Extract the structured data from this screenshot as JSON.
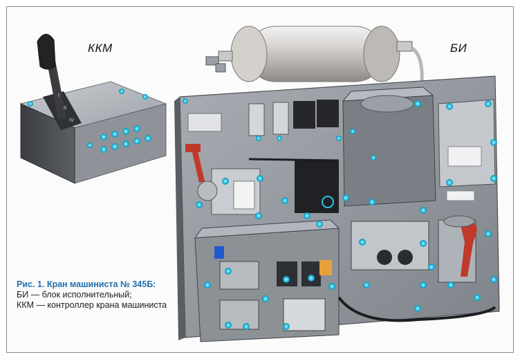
{
  "labels": {
    "kkm": "ККМ",
    "bi": "БИ"
  },
  "caption": {
    "title": "Рис. 1. Кран машиниста № 345Б:",
    "line1": "БИ — блок исполнительный;",
    "line2": "ККМ — контроллер крана машиниста"
  },
  "colors": {
    "caption_title": "#1f6fb0",
    "connector_accent": "#2ec4e6",
    "lever_red": "#c0392b",
    "panel_gray": "#8f9399"
  }
}
